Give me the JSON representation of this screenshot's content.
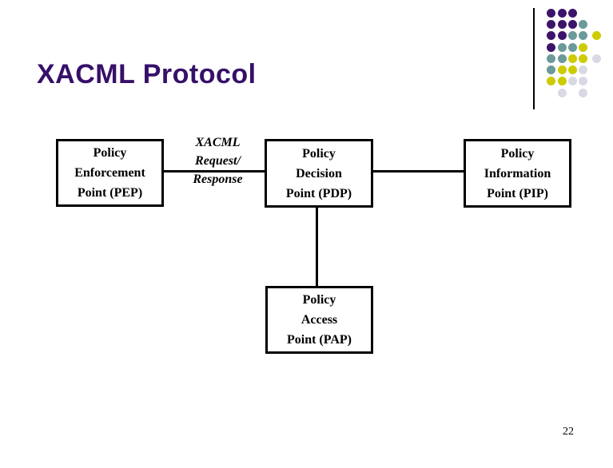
{
  "slide": {
    "title": "XACML Protocol",
    "page_number": "22"
  },
  "colors": {
    "title_text": "#361069",
    "box_border": "#000000",
    "box_fill": "#ffffff",
    "connector": "#000000"
  },
  "diagram": {
    "nodes": [
      {
        "id": "pep",
        "lines": [
          "Policy",
          "Enforcement",
          "Point (PEP)"
        ]
      },
      {
        "id": "pdp",
        "lines": [
          "Policy",
          "Decision",
          "Point (PDP)"
        ]
      },
      {
        "id": "pip",
        "lines": [
          "Policy",
          "Information",
          "Point (PIP)"
        ]
      },
      {
        "id": "pap",
        "lines": [
          "Policy",
          "Access",
          "Point (PAP)"
        ]
      }
    ],
    "edge_label": {
      "lines": [
        "XACML",
        "Request/",
        "Response"
      ]
    },
    "connections": [
      {
        "from": "pep",
        "to": "pdp"
      },
      {
        "from": "pdp",
        "to": "pip"
      },
      {
        "from": "pdp",
        "to": "pap"
      }
    ]
  },
  "decoration": {
    "dot_colors": {
      "purple": "#3D146B",
      "teal": "#6B9A9A",
      "yellow": "#CCCC00",
      "lavender": "#D9D9E6"
    },
    "dot_rows": [
      [
        "purple",
        "purple",
        "purple",
        null,
        null
      ],
      [
        "purple",
        "purple",
        "purple",
        "teal",
        null
      ],
      [
        "purple",
        "purple",
        "teal",
        "teal",
        "yellow"
      ],
      [
        "purple",
        "teal",
        "teal",
        "yellow",
        null
      ],
      [
        "teal",
        "teal",
        "yellow",
        "yellow",
        "lavender"
      ],
      [
        "teal",
        "yellow",
        "yellow",
        "lavender",
        null
      ],
      [
        "yellow",
        "yellow",
        "lavender",
        "lavender",
        null
      ],
      [
        null,
        "lavender",
        null,
        "lavender",
        null
      ]
    ]
  }
}
